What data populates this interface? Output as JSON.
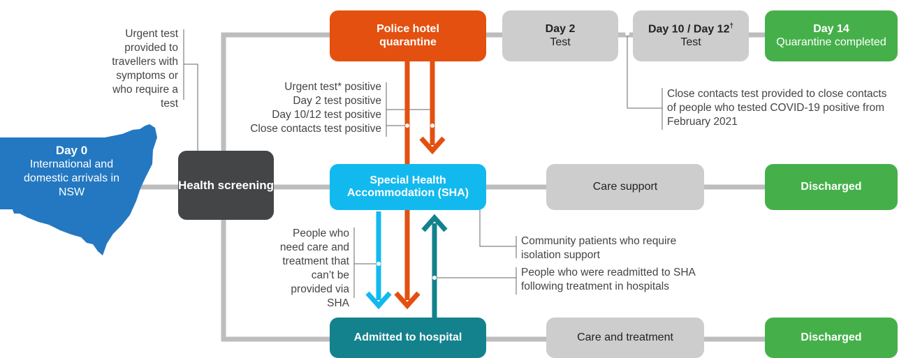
{
  "day0": {
    "title": "Day 0",
    "text": "International and domestic arrivals in NSW"
  },
  "health_screening": {
    "label": "Health screening"
  },
  "phq": {
    "label": "Police hotel quarantine"
  },
  "day2": {
    "title": "Day 2",
    "sub": "Test"
  },
  "day10": {
    "title": "Day 10 / Day 12",
    "sup": "†",
    "sub": "Test"
  },
  "day14": {
    "title": "Day 14",
    "sub": "Quarantine completed"
  },
  "sha": {
    "label": "Special Health Accommodation (SHA)"
  },
  "care_support": {
    "label": "Care support"
  },
  "discharged_1": {
    "label": "Discharged"
  },
  "hospital": {
    "label": "Admitted to hospital"
  },
  "care_treatment": {
    "label": "Care and treatment"
  },
  "discharged_2": {
    "label": "Discharged"
  },
  "notes": {
    "urgent_test": "Urgent test provided to travellers with symptoms or who require a test",
    "positives": [
      "Urgent test* positive",
      "Day 2 test positive",
      "Day 10/12 test positive",
      "Close contacts test positive"
    ],
    "close_contacts": "Close contacts test provided to close contacts of people who tested COVID-19 positive from February 2021",
    "community": "Community patients who require isolation support",
    "readmitted": "People who were readmitted to SHA following treatment in hospitals",
    "care_needed": "People who need care and treatment that can’t be provided via SHA"
  },
  "colors": {
    "orange": "#e3500f",
    "grey": "#cdcdcd",
    "green": "#45b04a",
    "cyan": "#12b9ee",
    "dark": "#444547",
    "teal": "#13828c",
    "map_blue": "#2378c1"
  }
}
